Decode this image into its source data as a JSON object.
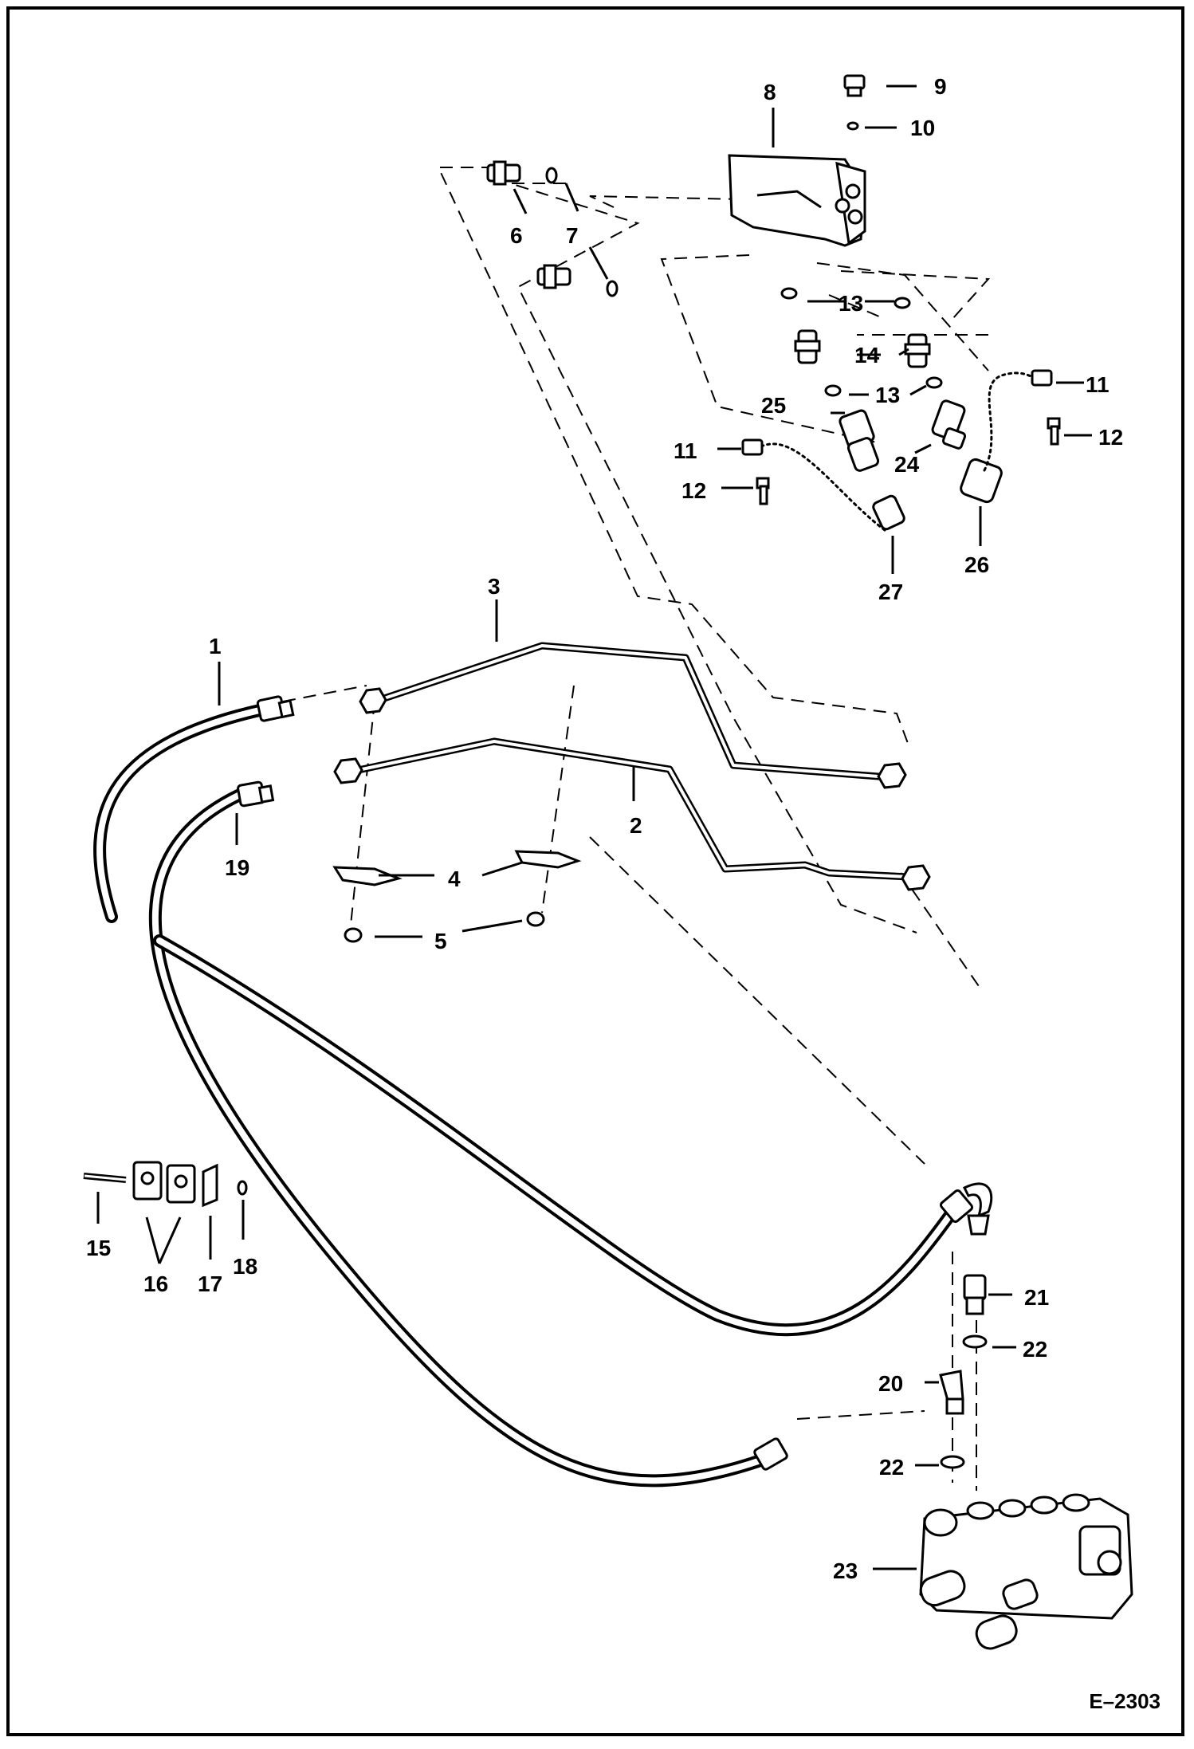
{
  "drawing_number": "E–2303",
  "callouts": {
    "c1": "1",
    "c2": "2",
    "c3": "3",
    "c4": "4",
    "c5": "5",
    "c6": "6",
    "c7": "7",
    "c8": "8",
    "c9": "9",
    "c10": "10",
    "c11a": "11",
    "c11b": "11",
    "c12a": "12",
    "c12b": "12",
    "c13a": "13",
    "c13b": "13",
    "c14": "14",
    "c15": "15",
    "c16": "16",
    "c17": "17",
    "c18": "18",
    "c19": "19",
    "c20": "20",
    "c21": "21",
    "c22a": "22",
    "c22b": "22",
    "c23": "23",
    "c24": "24",
    "c25": "25",
    "c26": "26",
    "c27": "27"
  }
}
